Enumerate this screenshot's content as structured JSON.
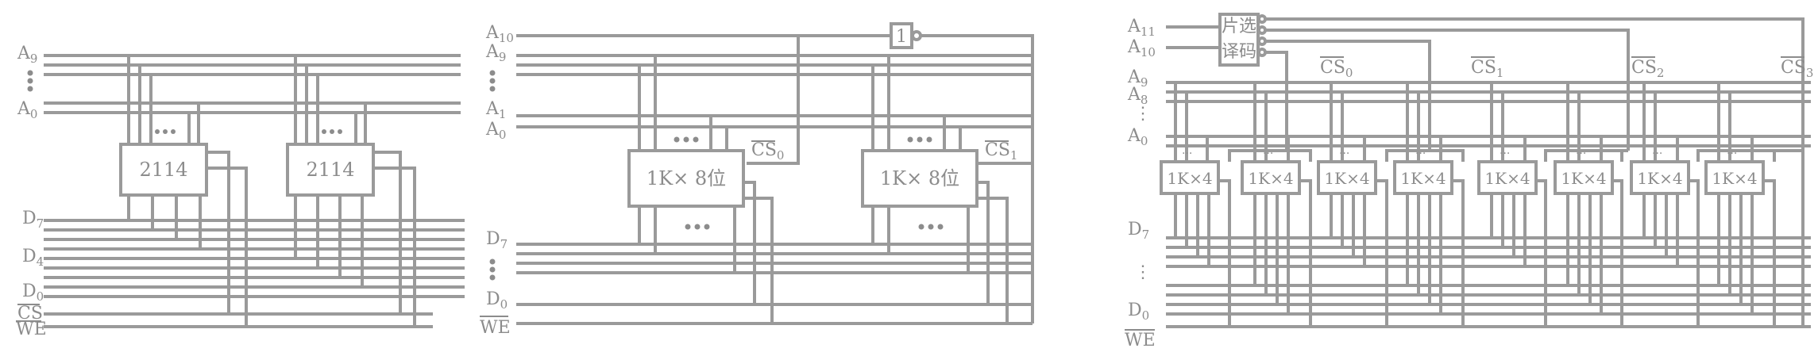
{
  "colors": {
    "line": "#9a9a9a",
    "text": "#8c8c8c",
    "background": "#ffffff"
  },
  "left": {
    "addr_top": "A",
    "addr_top_sub": "9",
    "addr_bot": "A",
    "addr_bot_sub": "0",
    "data_top": "D",
    "data_top_sub": "7",
    "data_mid": "D",
    "data_mid_sub": "4",
    "data_bot": "D",
    "data_bot_sub": "0",
    "cs": "CS",
    "we": "WE",
    "chip1": "2114",
    "chip2": "2114"
  },
  "middle": {
    "a10": "A",
    "a10_sub": "10",
    "a9": "A",
    "a9_sub": "9",
    "a1": "A",
    "a1_sub": "1",
    "a0": "A",
    "a0_sub": "0",
    "d7": "D",
    "d7_sub": "7",
    "d0": "D",
    "d0_sub": "0",
    "we": "WE",
    "inverter": "1",
    "cs0": "CS",
    "cs0_sub": "0",
    "cs1": "CS",
    "cs1_sub": "1",
    "chip1": "1K× 8位",
    "chip2": "1K× 8位"
  },
  "right": {
    "a11": "A",
    "a11_sub": "11",
    "a10": "A",
    "a10_sub": "10",
    "a9": "A",
    "a9_sub": "9",
    "a8": "A",
    "a8_sub": "8",
    "a0": "A",
    "a0_sub": "0",
    "d7": "D",
    "d7_sub": "7",
    "d0": "D",
    "d0_sub": "0",
    "we": "WE",
    "decoder_line1": "片选",
    "decoder_line2": "译码",
    "cs0": "CS",
    "cs0_sub": "0",
    "cs1": "CS",
    "cs1_sub": "1",
    "cs2": "CS",
    "cs2_sub": "2",
    "cs3": "CS",
    "cs3_sub": "3",
    "chips": [
      "1K×4",
      "1K×4",
      "1K×4",
      "1K×4",
      "1K×4",
      "1K×4",
      "1K×4",
      "1K×4"
    ]
  }
}
